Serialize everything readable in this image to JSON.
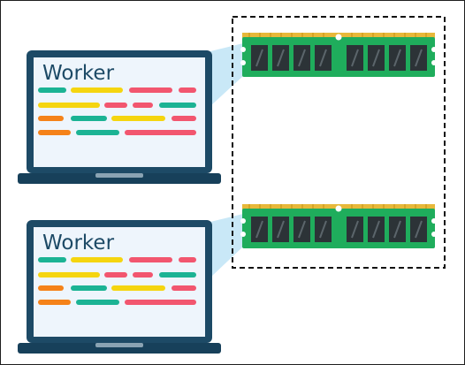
{
  "laptops": [
    {
      "label": "Worker"
    },
    {
      "label": "Worker"
    }
  ],
  "memory_modules": 2,
  "colors": {
    "laptop_frame": "#1d4a66",
    "laptop_base": "#17405a",
    "screen_bg": "#eef5fc",
    "screen_text": "#1d4a66",
    "code_teal": "#1bb394",
    "code_yellow": "#f5d50f",
    "code_pink": "#f2566f",
    "code_orange": "#f58219",
    "ram_pcb": "#1fad5c",
    "ram_chip": "#2c3337",
    "ram_pins": "#e7b83a",
    "beam": "#c9e8f7",
    "dashed_border": "#111111"
  }
}
